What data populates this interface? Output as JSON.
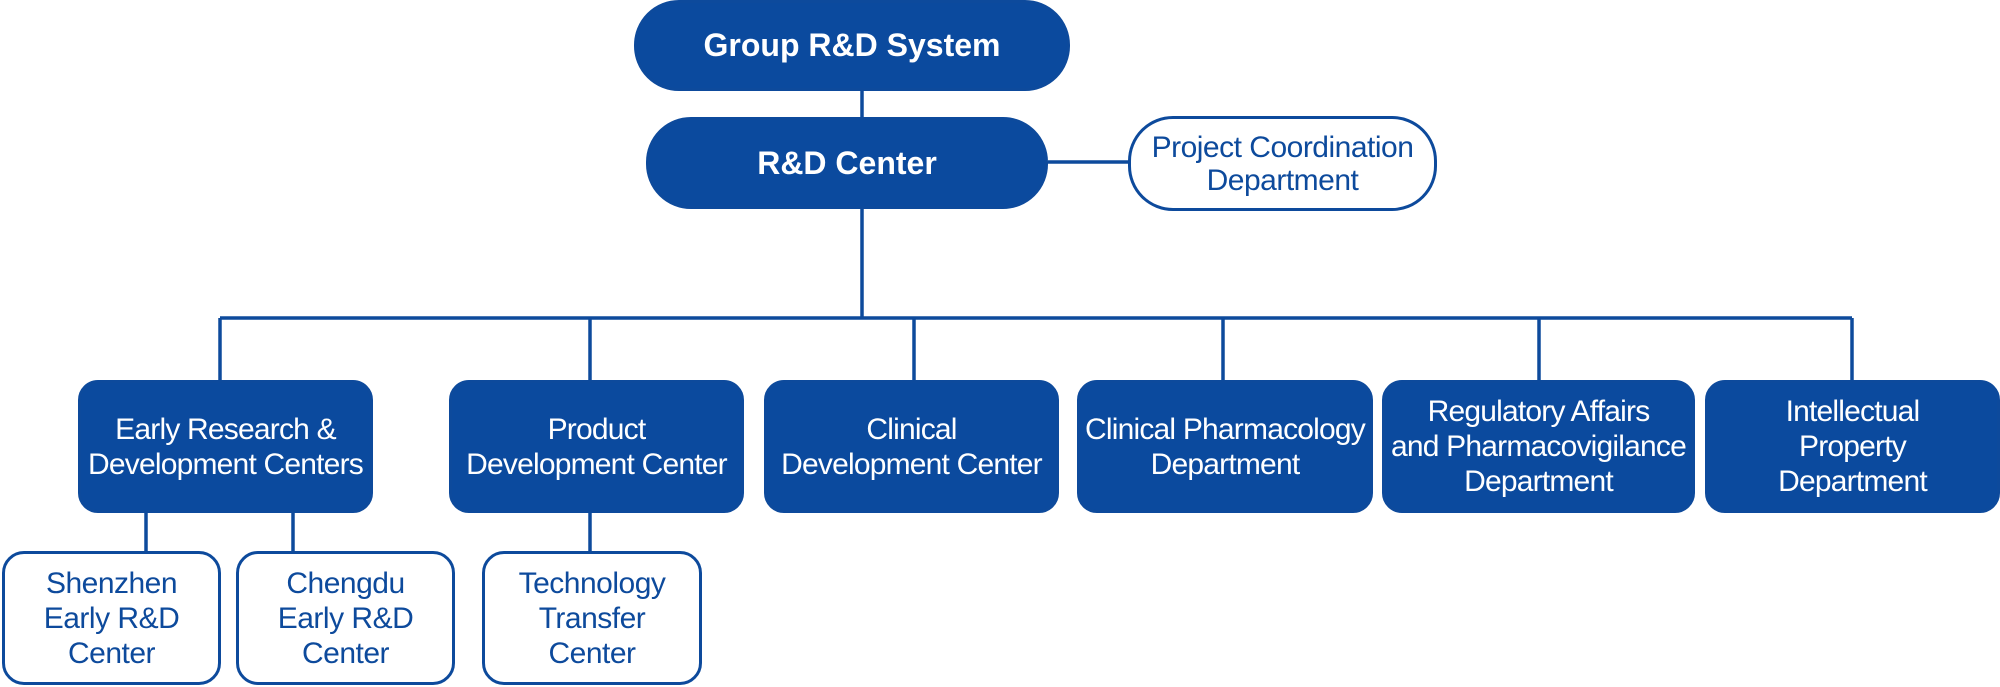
{
  "colors": {
    "primary": "#0b4a9e",
    "line": "#0d4a9c",
    "background": "#ffffff"
  },
  "org": {
    "group": "Group R&D System",
    "center": "R&D Center",
    "coordination": "Project Coordination\nDepartment",
    "departments": [
      "Early Research &\nDevelopment Centers",
      "Product\nDevelopment Center",
      "Clinical\nDevelopment Center",
      "Clinical Pharmacology\nDepartment",
      "Regulatory Affairs\nand Pharmacovigilance\nDepartment",
      "Intellectual\nProperty\nDepartment"
    ],
    "sub_units": [
      "Shenzhen\nEarly R&D\nCenter",
      "Chengdu\nEarly R&D\nCenter",
      "Technology\nTransfer\nCenter"
    ]
  }
}
